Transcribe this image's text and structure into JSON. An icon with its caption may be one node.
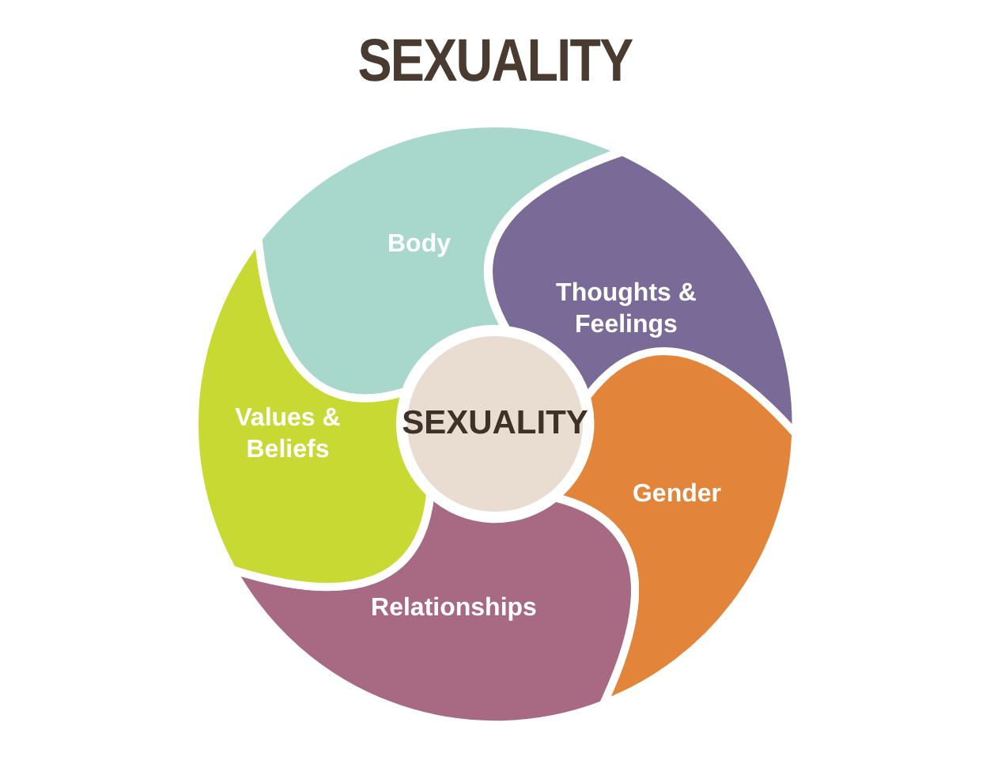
{
  "diagram": {
    "title": "SEXUALITY",
    "nodes": [
      {
        "text": [
          "SEXUALITY"
        ]
      },
      {
        "text": [
          "Body"
        ]
      },
      {
        "text": [
          "Thoughts & Feelings"
        ]
      },
      {
        "text": [
          "Gender"
        ]
      },
      {
        "text": [
          "Relationships"
        ]
      },
      {
        "text": [
          "Values & Beliefs"
        ]
      }
    ]
  }
}
